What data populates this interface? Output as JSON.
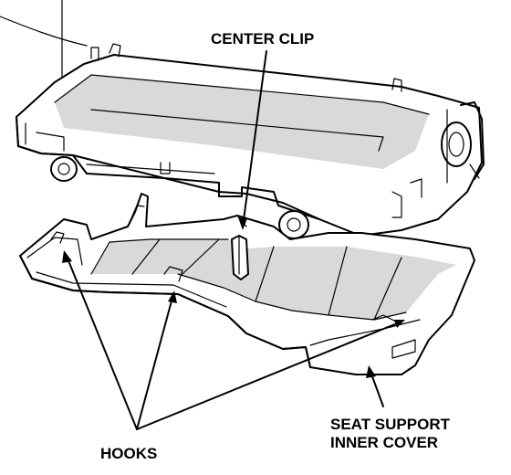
{
  "labels": {
    "center_clip": "CENTER CLIP",
    "hooks": "HOOKS",
    "seat_support_line1": "SEAT SUPPORT",
    "seat_support_line2": "INNER COVER"
  },
  "colors": {
    "ink": "#000000",
    "shade": "#d9d9d9",
    "paper": "#ffffff"
  }
}
